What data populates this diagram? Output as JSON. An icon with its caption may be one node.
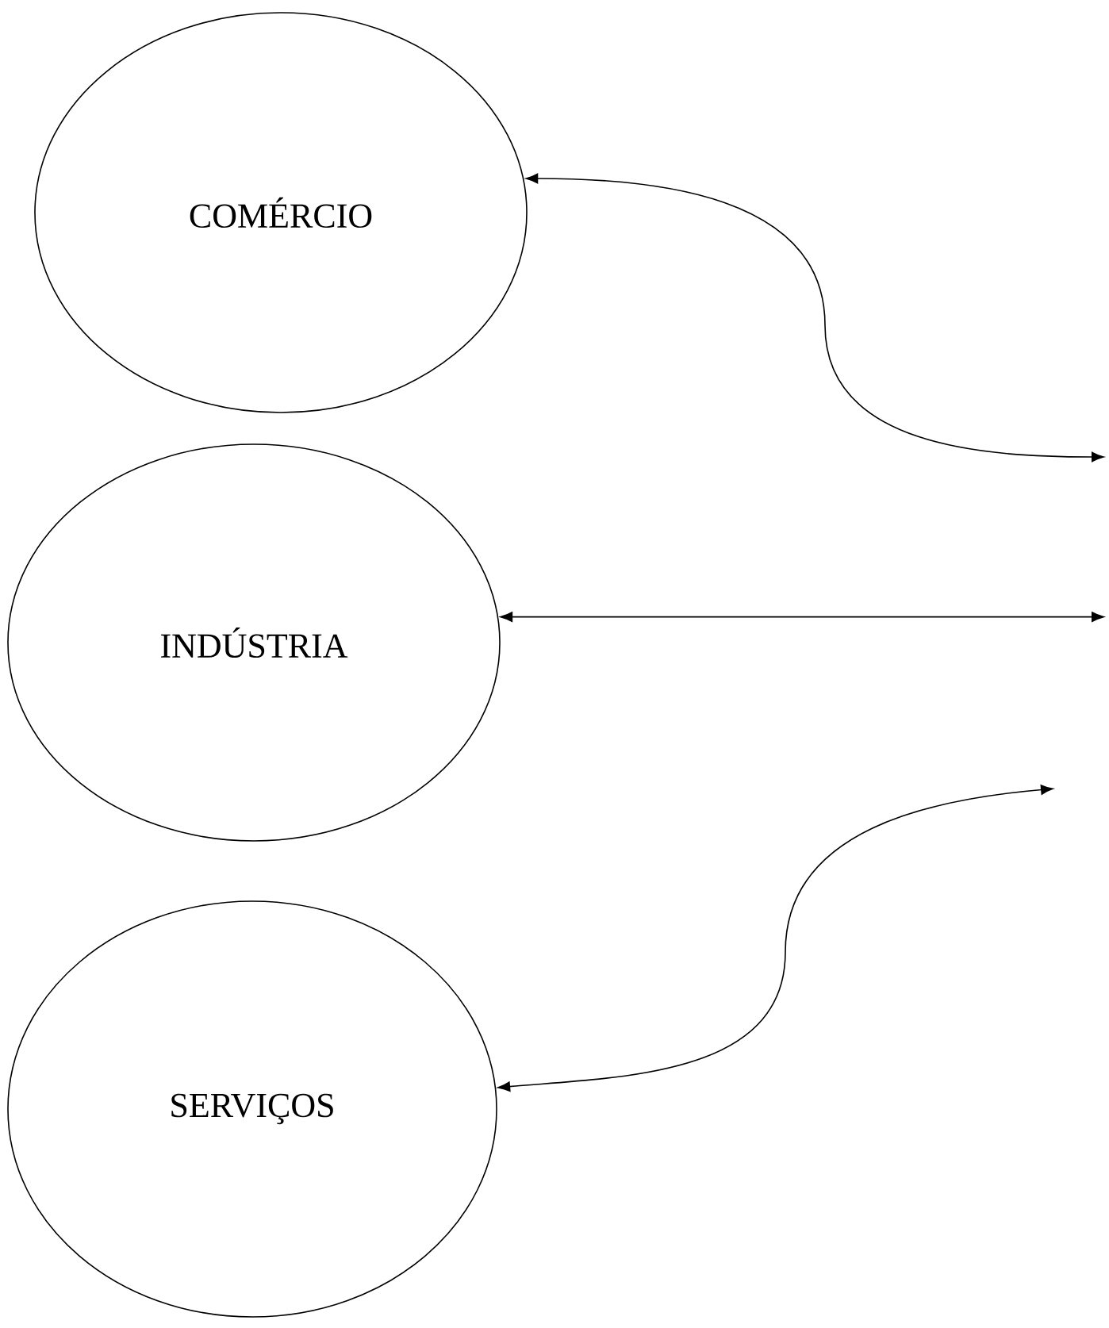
{
  "diagram": {
    "nodes": [
      {
        "text": [
          "COMÉRCIO"
        ]
      },
      {
        "text": [
          "INDÚSTRIA"
        ]
      },
      {
        "text": [
          "SERVIÇOS"
        ]
      }
    ],
    "edges": [
      {
        "from": 0,
        "to": null,
        "arrow": "both"
      },
      {
        "from": 1,
        "to": null,
        "arrow": "both"
      },
      {
        "from": 2,
        "to": null,
        "arrow": "both"
      }
    ]
  }
}
